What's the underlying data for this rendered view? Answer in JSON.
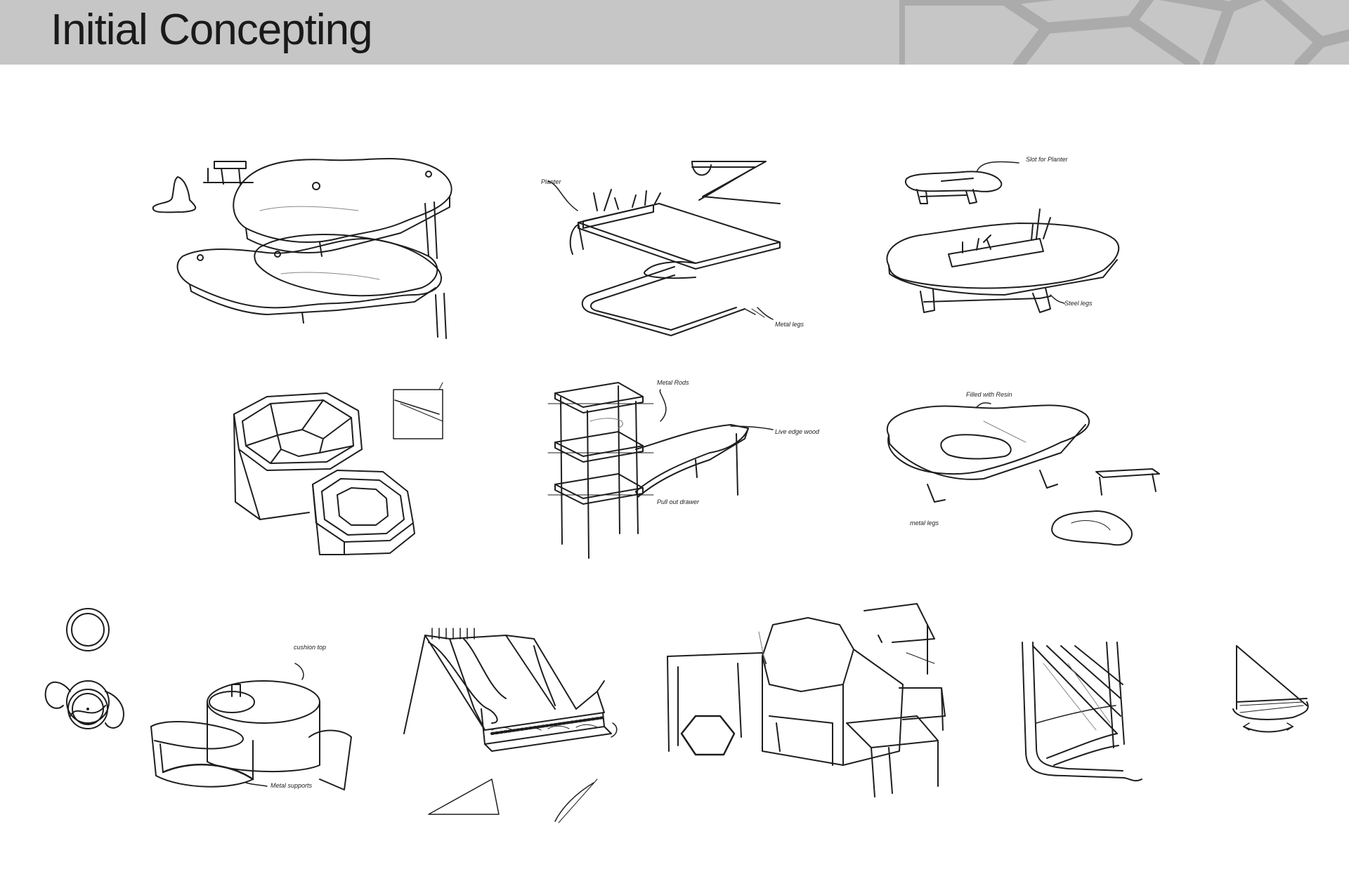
{
  "header": {
    "title": "Initial Concepting",
    "background_color": "#c6c6c6"
  },
  "annotations": {
    "planter": "Planter",
    "metal_legs": "Metal legs",
    "slot_for_planter": "Slot for Planter",
    "steel_legs": "Steel legs",
    "metal_rods": "Metal Rods",
    "live_edge_wood": "Live edge wood",
    "pull_out_drawer": "Pull out drawer",
    "filled_with_resin": "Filled with Resin",
    "metal_legs_2": "metal legs",
    "cushion_top": "cushion top",
    "metal_supports": "Metal supports"
  }
}
